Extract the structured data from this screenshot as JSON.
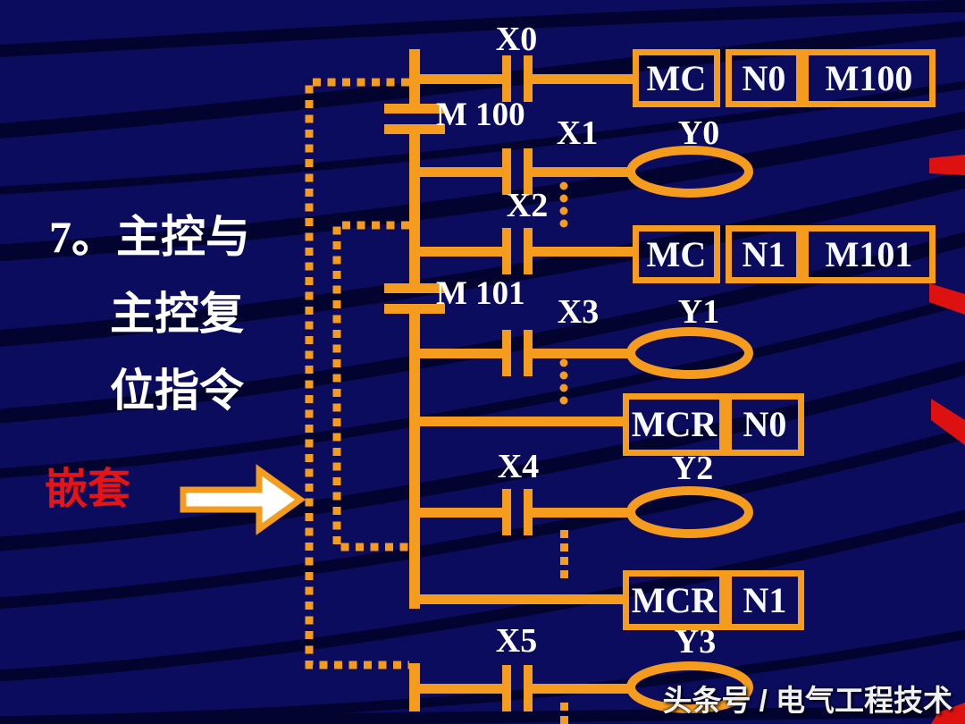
{
  "slide": {
    "title_lines": [
      "7。主控与",
      "主控复",
      "位指令"
    ],
    "annotation_label": "嵌套",
    "watermark": "头条号 / 电气工程技术"
  },
  "colors": {
    "background": "#0c0c5e",
    "stripe_dark": "#03032c",
    "accent_orange": "#f59c1e",
    "annotation_red": "#e81313",
    "ribbon_red": "#de1111",
    "text_white": "#ffffff"
  },
  "ladder": {
    "branch_contacts": [
      "M 100",
      "M 101"
    ],
    "rungs": [
      {
        "contact": "X0",
        "boxes": [
          "MC",
          "N0",
          "M100"
        ]
      },
      {
        "contact": "X1",
        "coil": "Y0"
      },
      {
        "contact": "X2",
        "boxes": [
          "MC",
          "N1",
          "M101"
        ]
      },
      {
        "contact": "X3",
        "coil": "Y1"
      },
      {
        "boxes": [
          "MCR",
          "N0"
        ]
      },
      {
        "contact": "X4",
        "coil": "Y2"
      },
      {
        "boxes": [
          "MCR",
          "N1"
        ]
      },
      {
        "contact": "X5",
        "coil": "Y3"
      }
    ]
  }
}
